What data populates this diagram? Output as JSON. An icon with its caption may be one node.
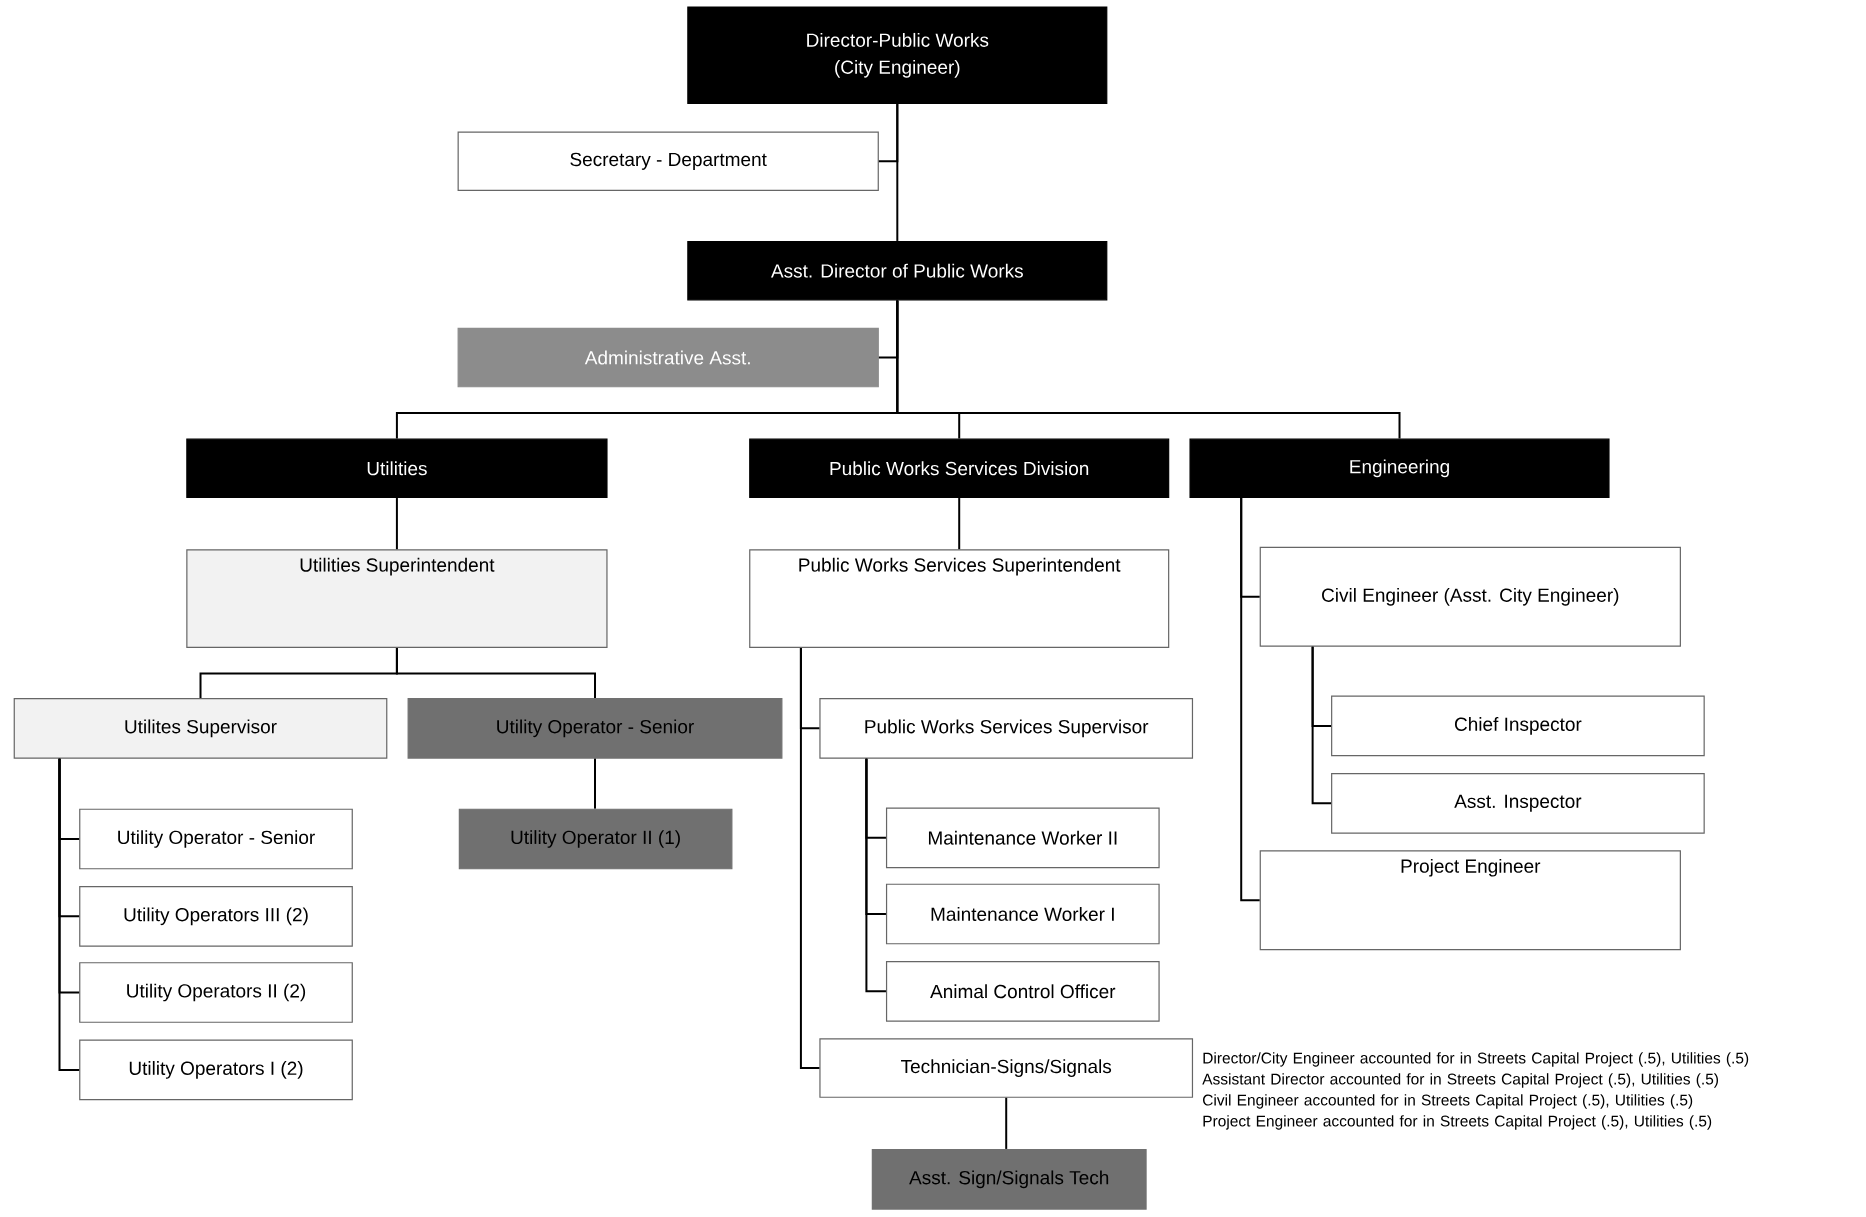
{
  "diagram": {
    "nodes": [
      {
        "text": [
          "Director-Public Works (City Engineer)"
        ]
      },
      {
        "text": [
          "Secretary - Department"
        ]
      },
      {
        "text": [
          "Asst. Director of Public Works"
        ]
      },
      {
        "text": [
          "Administrative Asst."
        ]
      },
      {
        "text": [
          "Utilities"
        ]
      },
      {
        "text": [
          "Public Works Services Division"
        ]
      },
      {
        "text": [
          "Engineering"
        ]
      },
      {
        "text": [
          "Utilities Superintendent"
        ]
      },
      {
        "text": [
          "Public Works Services Superintendent"
        ]
      },
      {
        "text": [
          "Civil Engineer (Asst. City Engineer)"
        ]
      },
      {
        "text": [
          "Utilites Supervisor"
        ]
      },
      {
        "text": [
          "Utility Operator - Senior"
        ]
      },
      {
        "text": [
          "Utility Operator - Senior"
        ]
      },
      {
        "text": [
          "Utility Operators III (2)"
        ]
      },
      {
        "text": [
          "Utility Operators II (2)"
        ]
      },
      {
        "text": [
          "Utility Operators I (2)"
        ]
      },
      {
        "text": [
          "Utility Operator II (1)"
        ]
      },
      {
        "text": [
          "Public Works Services Supervisor"
        ]
      },
      {
        "text": [
          "Chief Inspector"
        ]
      },
      {
        "text": [
          "Asst. Inspector"
        ]
      },
      {
        "text": [
          "Project Engineer"
        ]
      },
      {
        "text": [
          "Maintenance Worker II"
        ]
      },
      {
        "text": [
          "Maintenance Worker I"
        ]
      },
      {
        "text": [
          "Animal Control Officer"
        ]
      },
      {
        "text": [
          "Technician-Signs/Signals"
        ]
      },
      {
        "text": [
          "Asst. Sign/Signals Tech"
        ]
      }
    ],
    "edges": [
      {
        "from": 0,
        "to": 1,
        "arrow": "none"
      },
      {
        "from": 0,
        "to": 2,
        "arrow": "none"
      },
      {
        "from": 2,
        "to": 3,
        "arrow": "none"
      },
      {
        "from": 2,
        "to": 4,
        "arrow": "none"
      },
      {
        "from": 2,
        "to": 5,
        "arrow": "none"
      },
      {
        "from": 2,
        "to": 6,
        "arrow": "none"
      },
      {
        "from": 4,
        "to": 7,
        "arrow": "none"
      },
      {
        "from": 5,
        "to": 8,
        "arrow": "none"
      },
      {
        "from": 6,
        "to": 9,
        "arrow": "none"
      },
      {
        "from": 6,
        "to": 20,
        "arrow": "none"
      },
      {
        "from": 7,
        "to": 10,
        "arrow": "none"
      },
      {
        "from": 7,
        "to": 11,
        "arrow": "none"
      },
      {
        "from": 10,
        "to": 12,
        "arrow": "none"
      },
      {
        "from": 10,
        "to": 13,
        "arrow": "none"
      },
      {
        "from": 10,
        "to": 14,
        "arrow": "none"
      },
      {
        "from": 10,
        "to": 15,
        "arrow": "none"
      },
      {
        "from": 11,
        "to": 16,
        "arrow": "none"
      },
      {
        "from": 8,
        "to": 17,
        "arrow": "none"
      },
      {
        "from": 8,
        "to": 24,
        "arrow": "none"
      },
      {
        "from": 9,
        "to": 18,
        "arrow": "none"
      },
      {
        "from": 9,
        "to": 19,
        "arrow": "none"
      },
      {
        "from": 17,
        "to": 21,
        "arrow": "none"
      },
      {
        "from": 17,
        "to": 22,
        "arrow": "none"
      },
      {
        "from": 17,
        "to": 23,
        "arrow": "none"
      },
      {
        "from": 24,
        "to": 25,
        "arrow": "none"
      }
    ],
    "labels": [
      "Director/City Engineer accounted for in Streets Capital Project (.5), Utilities (.5)",
      "Assistant Director accounted for in Streets Capital Project (.5), Utilities (.5)",
      "Civil Engineer accounted for in Streets Capital Project (.5), Utilities (.5)",
      "Project Engineer accounted for in Streets Capital Project (.5), Utilities (.5)"
    ]
  }
}
